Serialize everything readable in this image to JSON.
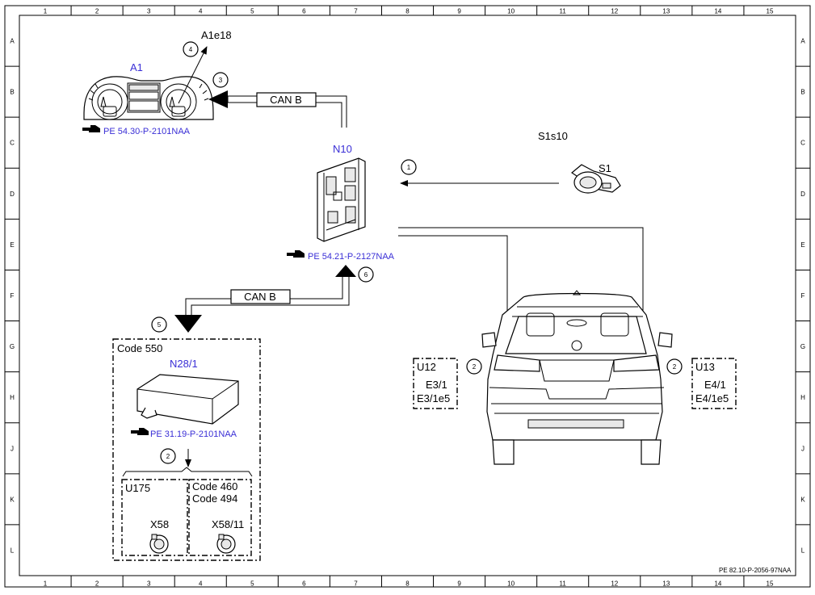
{
  "grid": {
    "columns": [
      "1",
      "2",
      "3",
      "4",
      "5",
      "6",
      "7",
      "8",
      "9",
      "10",
      "11",
      "12",
      "13",
      "14",
      "15"
    ],
    "rows": [
      "A",
      "B",
      "C",
      "D",
      "E",
      "F",
      "G",
      "H",
      "J",
      "K",
      "L"
    ]
  },
  "components": {
    "a1": {
      "label": "A1",
      "ref": "PE 54.30-P-2101NAA"
    },
    "a1e18": {
      "label": "A1e18"
    },
    "n10": {
      "label": "N10",
      "ref": "PE 54.21-P-2127NAA"
    },
    "s1": {
      "label": "S1"
    },
    "s1s10": {
      "label": "S1s10"
    },
    "n28": {
      "label": "N28/1",
      "ref": "PE 31.19-P-2101NAA"
    },
    "code550": {
      "label": "Code 550"
    },
    "u175": {
      "label": "U175"
    },
    "code460": {
      "label": "Code 460"
    },
    "code494": {
      "label": "Code 494"
    },
    "x58": {
      "label": "X58"
    },
    "x5811": {
      "label": "X58/11"
    },
    "u12": {
      "label": "U12",
      "e1": "E3/1",
      "e2": "E3/1e5"
    },
    "u13": {
      "label": "U13",
      "e1": "E4/1",
      "e2": "E4/1e5"
    }
  },
  "buses": {
    "top": "CAN B",
    "bottom": "CAN B"
  },
  "steps": [
    "1",
    "2",
    "3",
    "4",
    "5",
    "6"
  ],
  "footer": "PE 82.10-P-2056-97NAA",
  "colors": {
    "accent": "#3a2fd6",
    "line": "#000000"
  }
}
